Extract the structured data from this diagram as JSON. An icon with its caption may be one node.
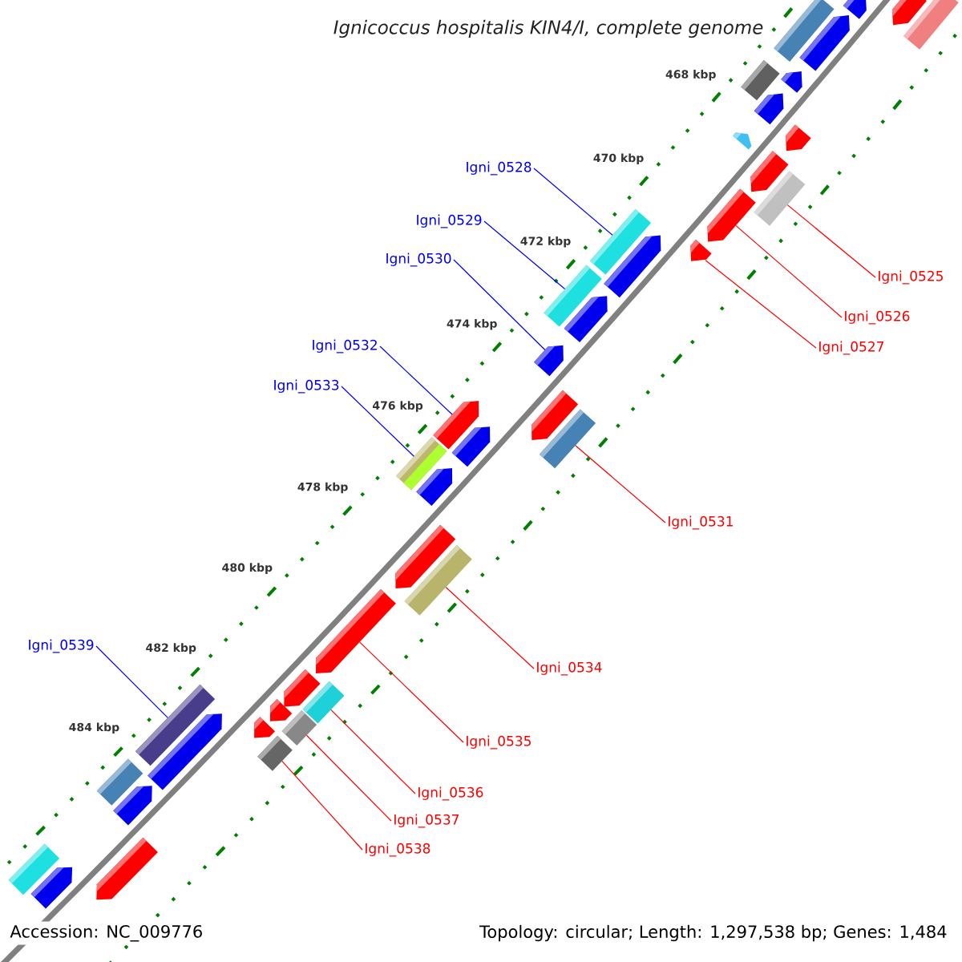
{
  "diagram": {
    "title": "Ignicoccus hospitalis KIN4/I, complete genome",
    "nodes": [
      {
        "text": [
          "Igni_0525"
        ]
      },
      {
        "text": [],
        "shape": "box"
      },
      {
        "text": [
          "Igni_0526"
        ]
      },
      {
        "text": [],
        "shape": "pentagon"
      },
      {
        "text": [
          "Igni_0527"
        ]
      },
      {
        "text": [],
        "shape": "pentagon"
      },
      {
        "text": [
          "Igni_0528"
        ]
      },
      {
        "text": [],
        "shape": "box"
      },
      {
        "text": [
          "Igni_0529"
        ]
      },
      {
        "text": [],
        "shape": "box"
      },
      {
        "text": [
          "Igni_0530"
        ]
      },
      {
        "text": [],
        "shape": "pentagon"
      },
      {
        "text": [
          "Igni_0531"
        ]
      },
      {
        "text": [],
        "shape": "box"
      },
      {
        "text": [
          "Igni_0532"
        ]
      },
      {
        "text": [],
        "shape": "pentagon"
      },
      {
        "text": [
          "Igni_0533"
        ]
      },
      {
        "text": [],
        "shape": "box"
      },
      {
        "text": [
          "Igni_0534"
        ]
      },
      {
        "text": [],
        "shape": "box"
      },
      {
        "text": [
          "Igni_0535"
        ]
      },
      {
        "text": [],
        "shape": "pentagon"
      },
      {
        "text": [
          "Igni_0536"
        ]
      },
      {
        "text": [],
        "shape": "box"
      },
      {
        "text": [
          "Igni_0537"
        ]
      },
      {
        "text": [],
        "shape": "box"
      },
      {
        "text": [
          "Igni_0538"
        ]
      },
      {
        "text": [],
        "shape": "box"
      },
      {
        "text": [
          "Igni_0539"
        ]
      },
      {
        "text": [],
        "shape": "box"
      },
      {
        "text": [],
        "shape": "box"
      },
      {
        "text": [],
        "shape": "pentagon"
      },
      {
        "text": [],
        "shape": "pentagon"
      },
      {
        "text": [],
        "shape": "box"
      },
      {
        "text": [],
        "shape": "pentagon"
      },
      {
        "text": [],
        "shape": "pentagon"
      },
      {
        "text": [],
        "shape": "pentagon"
      },
      {
        "text": [],
        "shape": "pentagon"
      },
      {
        "text": [],
        "shape": "box"
      },
      {
        "text": [],
        "shape": "pentagon"
      },
      {
        "text": [],
        "shape": "pentagon"
      },
      {
        "text": [],
        "shape": "pentagon"
      },
      {
        "text": [],
        "shape": "pentagon"
      },
      {
        "text": [],
        "shape": "pentagon"
      },
      {
        "text": [],
        "shape": "pentagon"
      },
      {
        "text": [],
        "shape": "pentagon"
      },
      {
        "text": [],
        "shape": "pentagon"
      },
      {
        "text": [],
        "shape": "pentagon"
      },
      {
        "text": [],
        "shape": "pentagon"
      },
      {
        "text": [],
        "shape": "pentagon"
      },
      {
        "text": [],
        "shape": "pentagon"
      },
      {
        "text": [],
        "shape": "box"
      },
      {
        "text": [],
        "shape": "pentagon"
      },
      {
        "text": [],
        "shape": "box"
      },
      {
        "text": [],
        "shape": "pentagon"
      },
      {
        "text": [],
        "shape": "pentagon"
      }
    ],
    "edges": [
      {
        "from": 0,
        "to": 1,
        "arrow": "none"
      },
      {
        "from": 2,
        "to": 3,
        "arrow": "none"
      },
      {
        "from": 4,
        "to": 5,
        "arrow": "none"
      },
      {
        "from": 6,
        "to": 7,
        "arrow": "none",
        "color": "#0000ff"
      },
      {
        "from": 8,
        "to": 9,
        "arrow": "none",
        "color": "#0000ff"
      },
      {
        "from": 10,
        "to": 11,
        "arrow": "none",
        "color": "#0000ff"
      },
      {
        "from": 12,
        "to": 13,
        "arrow": "none"
      },
      {
        "from": 14,
        "to": 15,
        "arrow": "none",
        "color": "#0000ff"
      },
      {
        "from": 16,
        "to": 17,
        "arrow": "none",
        "color": "#0000ff"
      },
      {
        "from": 18,
        "to": 19,
        "arrow": "none"
      },
      {
        "from": 20,
        "to": 21,
        "arrow": "none"
      },
      {
        "from": 22,
        "to": 23,
        "arrow": "none"
      },
      {
        "from": 24,
        "to": 25,
        "arrow": "none"
      },
      {
        "from": 26,
        "to": 27,
        "arrow": "none"
      },
      {
        "from": 28,
        "to": 29,
        "arrow": "none",
        "color": "#0000ff"
      }
    ],
    "labels": [
      "468 kbp",
      "470 kbp",
      "472 kbp",
      "474 kbp",
      "476 kbp",
      "478 kbp",
      "480 kbp",
      "482 kbp",
      "484 kbp",
      "Accession: NC_009776",
      "Topology: circular; Length: 1,297,538 bp; Genes: 1,484"
    ]
  }
}
